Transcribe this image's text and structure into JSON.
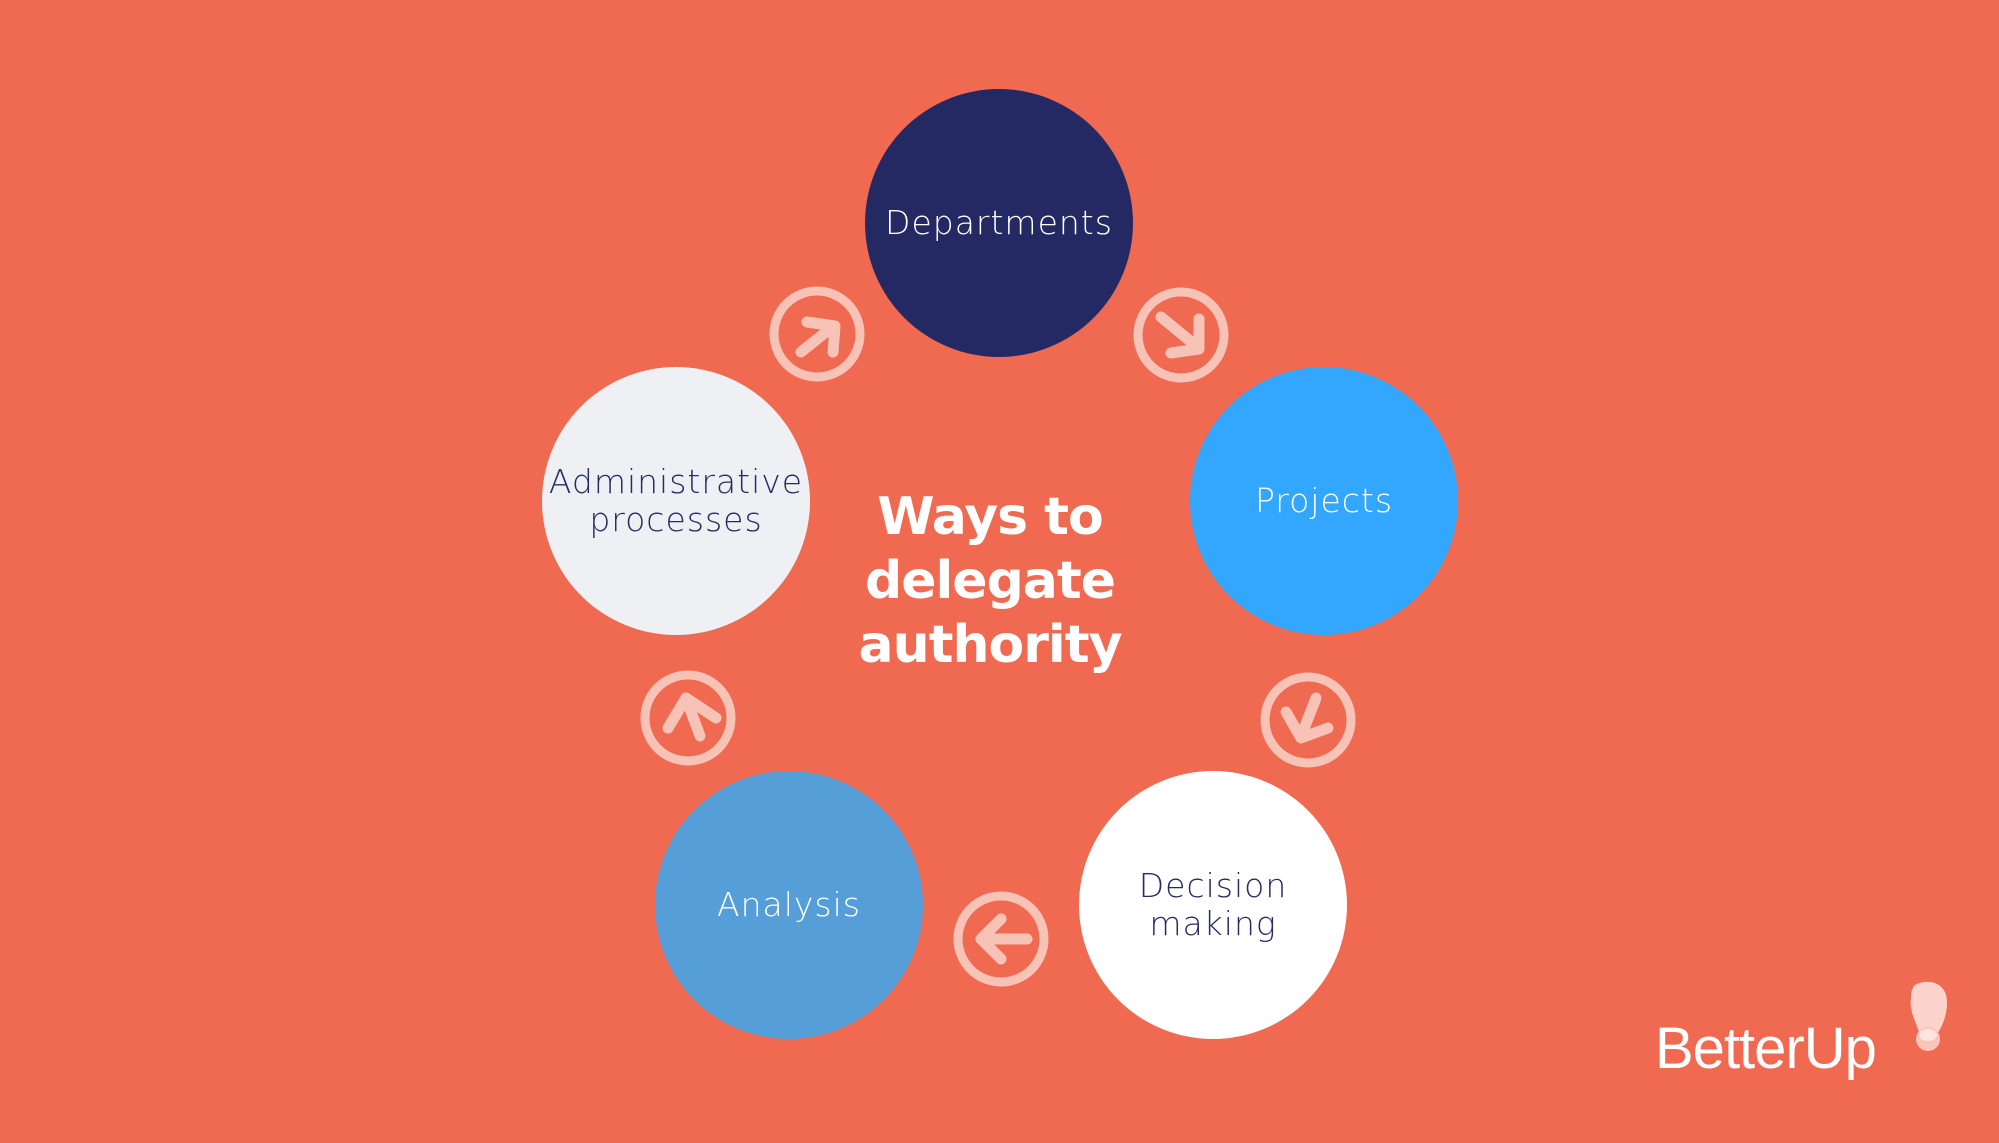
{
  "title": "Ways to delegate authority",
  "title_lines": [
    "Ways to",
    "delegate",
    "authority"
  ],
  "brand": {
    "name": "BetterUp"
  },
  "colors": {
    "background": "#ef6a51",
    "arrow": "#f8c3b7",
    "dark_text": "#252b63"
  },
  "nodes": [
    {
      "label": "Departments",
      "fill": "#252963",
      "text_color": "#ffffff"
    },
    {
      "label": "Projects",
      "fill": "#33a6fd",
      "text_color": "#ffffff"
    },
    {
      "label": "Decision\nmaking",
      "fill": "#ffffff",
      "text_color": "#252b63"
    },
    {
      "label": "Analysis",
      "fill": "#559ed8",
      "text_color": "#ffffff"
    },
    {
      "label": "Administrative\nprocesses",
      "fill": "#eef0f4",
      "text_color": "#252b63"
    }
  ],
  "arrows": [
    {
      "icon": "arrow-down-right-icon",
      "from": "Departments",
      "to": "Projects"
    },
    {
      "icon": "arrow-down-left-icon",
      "from": "Projects",
      "to": "Decision making"
    },
    {
      "icon": "arrow-left-icon",
      "from": "Decision making",
      "to": "Analysis"
    },
    {
      "icon": "arrow-up-icon",
      "from": "Analysis",
      "to": "Administrative processes"
    },
    {
      "icon": "arrow-up-right-icon",
      "from": "Administrative processes",
      "to": "Departments"
    }
  ]
}
